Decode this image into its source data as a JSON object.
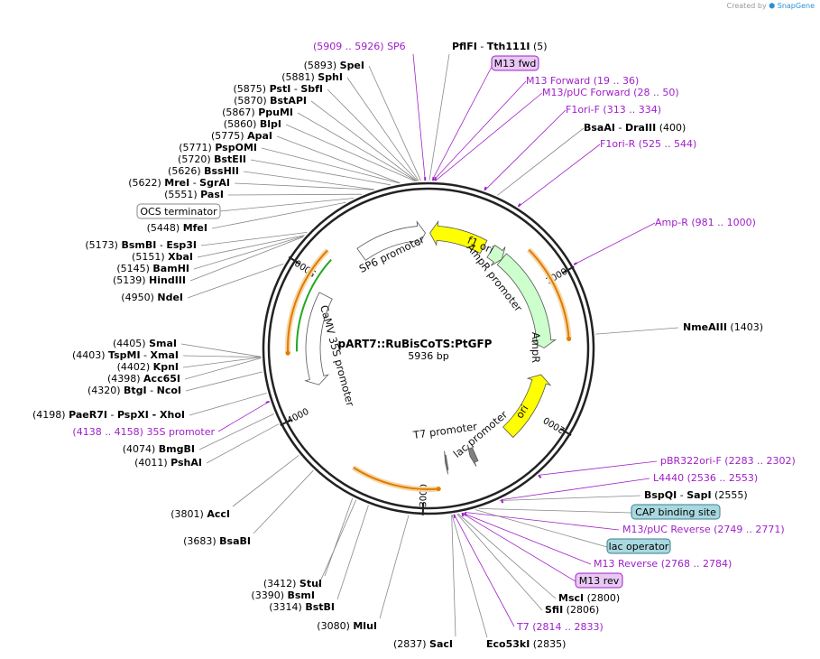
{
  "credit": {
    "prefix": "Created by",
    "brand": "SnapGene"
  },
  "plasmid": {
    "name": "pART7::RuBisCoTS:PtGFP",
    "size_label": "5936 bp",
    "total_bp": 5936
  },
  "scale_ticks": [
    "1000",
    "2000",
    "3000",
    "4000",
    "5000"
  ],
  "sites": [
    {
      "name": "PflFI",
      "name2": "Tth111I",
      "pos": "(5)",
      "bp": 5
    },
    {
      "name": "BsaAI",
      "name2": "DraIII",
      "pos": "(400)",
      "bp": 400
    },
    {
      "name": "NmeAIII",
      "name2": "",
      "pos": "(1403)",
      "bp": 1403
    },
    {
      "name": "BspQI",
      "name2": "SapI",
      "pos": "(2555)",
      "bp": 2555
    },
    {
      "name": "MscI",
      "name2": "",
      "pos": "(2800)",
      "bp": 2800
    },
    {
      "name": "SfiI",
      "name2": "",
      "pos": "(2806)",
      "bp": 2806
    },
    {
      "name": "Eco53kI",
      "name2": "",
      "pos": "(2835)",
      "bp": 2835
    },
    {
      "name": "SacI",
      "name2": "",
      "pos": "(2837)",
      "bp": 2837
    },
    {
      "name": "MluI",
      "name2": "",
      "pos": "(3080)",
      "bp": 3080
    },
    {
      "name": "BstBI",
      "name2": "",
      "pos": "(3314)",
      "bp": 3314
    },
    {
      "name": "BsmI",
      "name2": "",
      "pos": "(3390)",
      "bp": 3390
    },
    {
      "name": "StuI",
      "name2": "",
      "pos": "(3412)",
      "bp": 3412
    },
    {
      "name": "BsaBI",
      "name2": "",
      "pos": "(3683)",
      "bp": 3683
    },
    {
      "name": "AccI",
      "name2": "",
      "pos": "(3801)",
      "bp": 3801
    },
    {
      "name": "PshAI",
      "name2": "",
      "pos": "(4011)",
      "bp": 4011
    },
    {
      "name": "BmgBI",
      "name2": "",
      "pos": "(4074)",
      "bp": 4074
    },
    {
      "name": "PaeR7I",
      "name2": "PspXI - XhoI",
      "pos": "(4198)",
      "bp": 4198
    },
    {
      "name": "BtgI",
      "name2": "NcoI",
      "pos": "(4320)",
      "bp": 4320
    },
    {
      "name": "Acc65I",
      "name2": "",
      "pos": "(4398)",
      "bp": 4398
    },
    {
      "name": "KpnI",
      "name2": "",
      "pos": "(4402)",
      "bp": 4402
    },
    {
      "name": "TspMI",
      "name2": "XmaI",
      "pos": "(4403)",
      "bp": 4403
    },
    {
      "name": "SmaI",
      "name2": "",
      "pos": "(4405)",
      "bp": 4405
    },
    {
      "name": "NdeI",
      "name2": "",
      "pos": "(4950)",
      "bp": 4950
    },
    {
      "name": "HindIII",
      "name2": "",
      "pos": "(5139)",
      "bp": 5139
    },
    {
      "name": "BamHI",
      "name2": "",
      "pos": "(5145)",
      "bp": 5145
    },
    {
      "name": "XbaI",
      "name2": "",
      "pos": "(5151)",
      "bp": 5151
    },
    {
      "name": "BsmBI",
      "name2": "Esp3I",
      "pos": "(5173)",
      "bp": 5173
    },
    {
      "name": "MfeI",
      "name2": "",
      "pos": "(5448)",
      "bp": 5448
    },
    {
      "name": "PasI",
      "name2": "",
      "pos": "(5551)",
      "bp": 5551
    },
    {
      "name": "MreI",
      "name2": "SgrAI",
      "pos": "(5622)",
      "bp": 5622
    },
    {
      "name": "BssHII",
      "name2": "",
      "pos": "(5626)",
      "bp": 5626
    },
    {
      "name": "BstEII",
      "name2": "",
      "pos": "(5720)",
      "bp": 5720
    },
    {
      "name": "PspOMI",
      "name2": "",
      "pos": "(5771)",
      "bp": 5771
    },
    {
      "name": "ApaI",
      "name2": "",
      "pos": "(5775)",
      "bp": 5775
    },
    {
      "name": "BlpI",
      "name2": "",
      "pos": "(5860)",
      "bp": 5860
    },
    {
      "name": "PpuMI",
      "name2": "",
      "pos": "(5867)",
      "bp": 5867
    },
    {
      "name": "BstAPI",
      "name2": "",
      "pos": "(5870)",
      "bp": 5870
    },
    {
      "name": "PstI",
      "name2": "SbfI",
      "pos": "(5875)",
      "bp": 5875
    },
    {
      "name": "SphI",
      "name2": "",
      "pos": "(5881)",
      "bp": 5881
    },
    {
      "name": "SpeI",
      "name2": "",
      "pos": "(5893)",
      "bp": 5893
    }
  ],
  "primers": [
    {
      "name": "SP6",
      "range": "(5909 .. 5926)",
      "bp": 5917
    },
    {
      "name": "M13 Forward",
      "range": "(19 .. 36)",
      "bp": 27
    },
    {
      "name": "M13/pUC Forward",
      "range": "(28 .. 50)",
      "bp": 39
    },
    {
      "name": "F1ori-F",
      "range": "(313 .. 334)",
      "bp": 323
    },
    {
      "name": "F1ori-R",
      "range": "(525 .. 544)",
      "bp": 534
    },
    {
      "name": "Amp-R",
      "range": "(981 .. 1000)",
      "bp": 990
    },
    {
      "name": "pBR322ori-F",
      "range": "(2283 .. 2302)",
      "bp": 2292
    },
    {
      "name": "L4440",
      "range": "(2536 .. 2553)",
      "bp": 2544
    },
    {
      "name": "M13/pUC Reverse",
      "range": "(2749 .. 2771)",
      "bp": 2760
    },
    {
      "name": "M13 Reverse",
      "range": "(2768 .. 2784)",
      "bp": 2776
    },
    {
      "name": "T7",
      "range": "(2814 .. 2833)",
      "bp": 2823
    },
    {
      "name": "35S promoter",
      "range": "(4138 .. 4158)",
      "bp": 4148
    }
  ],
  "boxed_labels": [
    {
      "text": "M13 fwd",
      "style": "primer"
    },
    {
      "text": "OCS terminator",
      "style": "plain"
    },
    {
      "text": "CAP binding site",
      "style": "teal"
    },
    {
      "text": "lac operator",
      "style": "teal"
    },
    {
      "text": "M13 rev",
      "style": "primer"
    }
  ],
  "features": [
    {
      "name": "f1 ori",
      "start": 12,
      "end": 470,
      "color": "#ffff00",
      "dir": "ccw"
    },
    {
      "name": "AmpR promoter",
      "start": 540,
      "end": 650,
      "color": "#ccffcc",
      "dir": "cw"
    },
    {
      "name": "AmpR",
      "start": 650,
      "end": 1480,
      "color": "#ccffcc",
      "dir": "cw"
    },
    {
      "name": "ori",
      "start": 1700,
      "end": 2250,
      "color": "#ffff00",
      "dir": "ccw"
    },
    {
      "name": "lac promoter",
      "start": 2575,
      "end": 2620,
      "color": "#808080",
      "dir": "cw"
    },
    {
      "name": "T7 promoter",
      "start": 2815,
      "end": 2830,
      "color": "#808080",
      "dir": "cw"
    },
    {
      "name": "CaMV 35S promoter",
      "start": 4150,
      "end": 4900,
      "color": "#ffffff",
      "dir": "ccw"
    },
    {
      "name": "SP6 promoter",
      "start": 5350,
      "end": 5910,
      "color": "#ffffff",
      "dir": "cw"
    }
  ],
  "orfs": [
    {
      "start": 750,
      "end": 1420,
      "dir": "cw"
    },
    {
      "start": 3500,
      "end": 2900,
      "dir": "ccw"
    },
    {
      "start": 5180,
      "end": 4420,
      "dir": "ccw"
    }
  ],
  "colors": {
    "primer": "#a020c8",
    "orf": "#e07b00",
    "orf_glow": "#f6d8a8",
    "feature_border": "#555555",
    "gfp_arrow": "#22aa22",
    "teal_box": "#a9d8e0"
  }
}
